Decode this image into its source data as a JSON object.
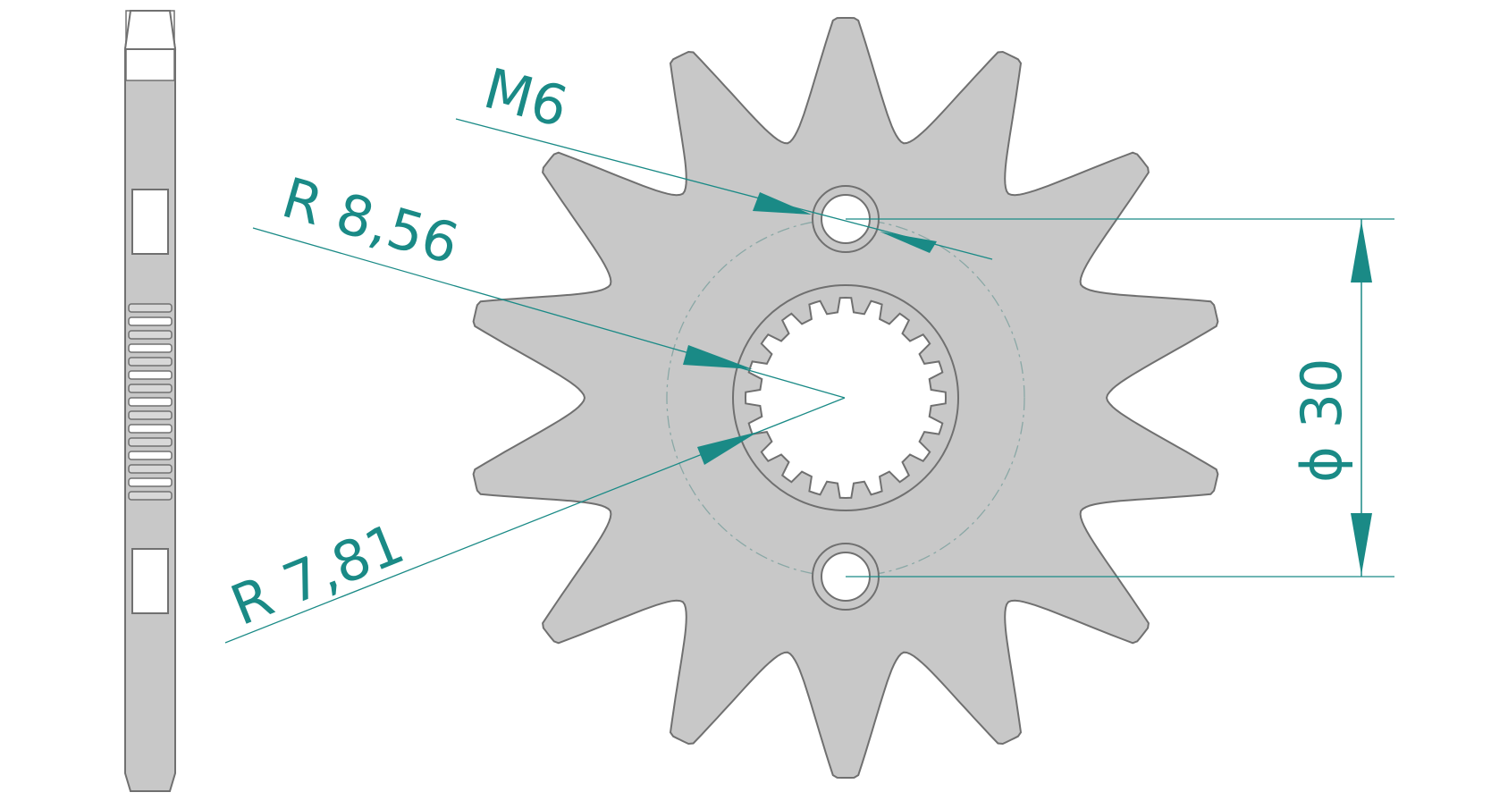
{
  "labels": {
    "thread": "M6",
    "outer_radius": "R 8,56",
    "inner_radius": "R 7,81",
    "bolt_circle": "ϕ 30"
  },
  "sprocket": {
    "teeth": 14,
    "bolts": 2,
    "splines": 20
  },
  "colors": {
    "part_fill": "#c8c8c8",
    "part_outline": "#707070",
    "dimension": "#1a8a86",
    "background": "#ffffff"
  }
}
